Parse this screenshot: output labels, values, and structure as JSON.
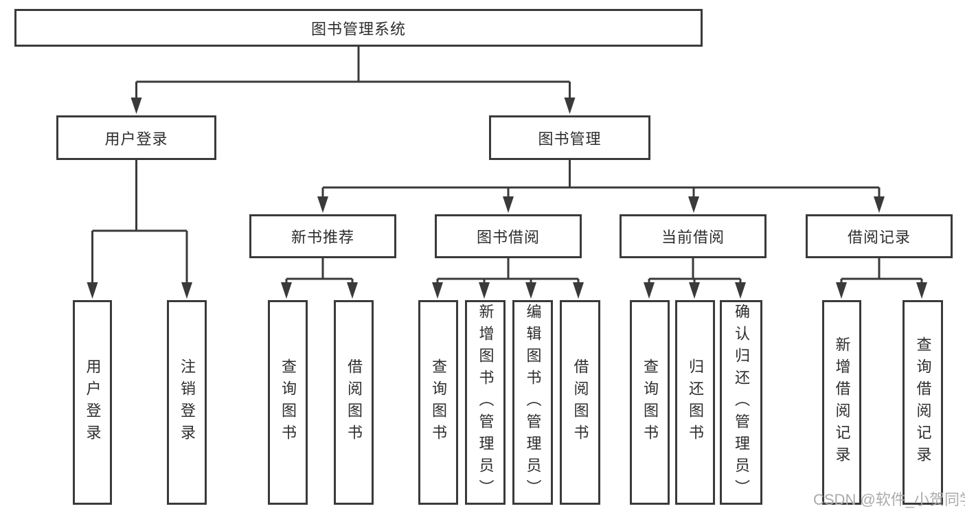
{
  "tree": {
    "root": {
      "label": "图书管理系统"
    },
    "branches": [
      {
        "label": "用户登录",
        "children": [
          {
            "label": "用户登录"
          },
          {
            "label": "注销登录"
          }
        ]
      },
      {
        "label": "图书管理",
        "children": [
          {
            "label": "新书推荐",
            "children": [
              {
                "label": "查询图书"
              },
              {
                "label": "借阅图书"
              }
            ]
          },
          {
            "label": "图书借阅",
            "children": [
              {
                "label": "查询图书"
              },
              {
                "label": "新增图书（管理员）"
              },
              {
                "label": "编辑图书（管理员）"
              },
              {
                "label": "借阅图书"
              }
            ]
          },
          {
            "label": "当前借阅",
            "children": [
              {
                "label": "查询图书"
              },
              {
                "label": "归还图书"
              },
              {
                "label": "确认归还（管理员）"
              }
            ]
          },
          {
            "label": "借阅记录",
            "children": [
              {
                "label": "新增借阅记录"
              },
              {
                "label": "查询借阅记录"
              }
            ]
          }
        ]
      }
    ]
  },
  "watermark": {
    "text": "CSDN @软件_小贺同学"
  },
  "colors": {
    "line": "#3a3a3a",
    "text": "#2d2d2d",
    "box_fill": "#ffffff",
    "background": "#ffffff",
    "watermark": "#ababab"
  }
}
